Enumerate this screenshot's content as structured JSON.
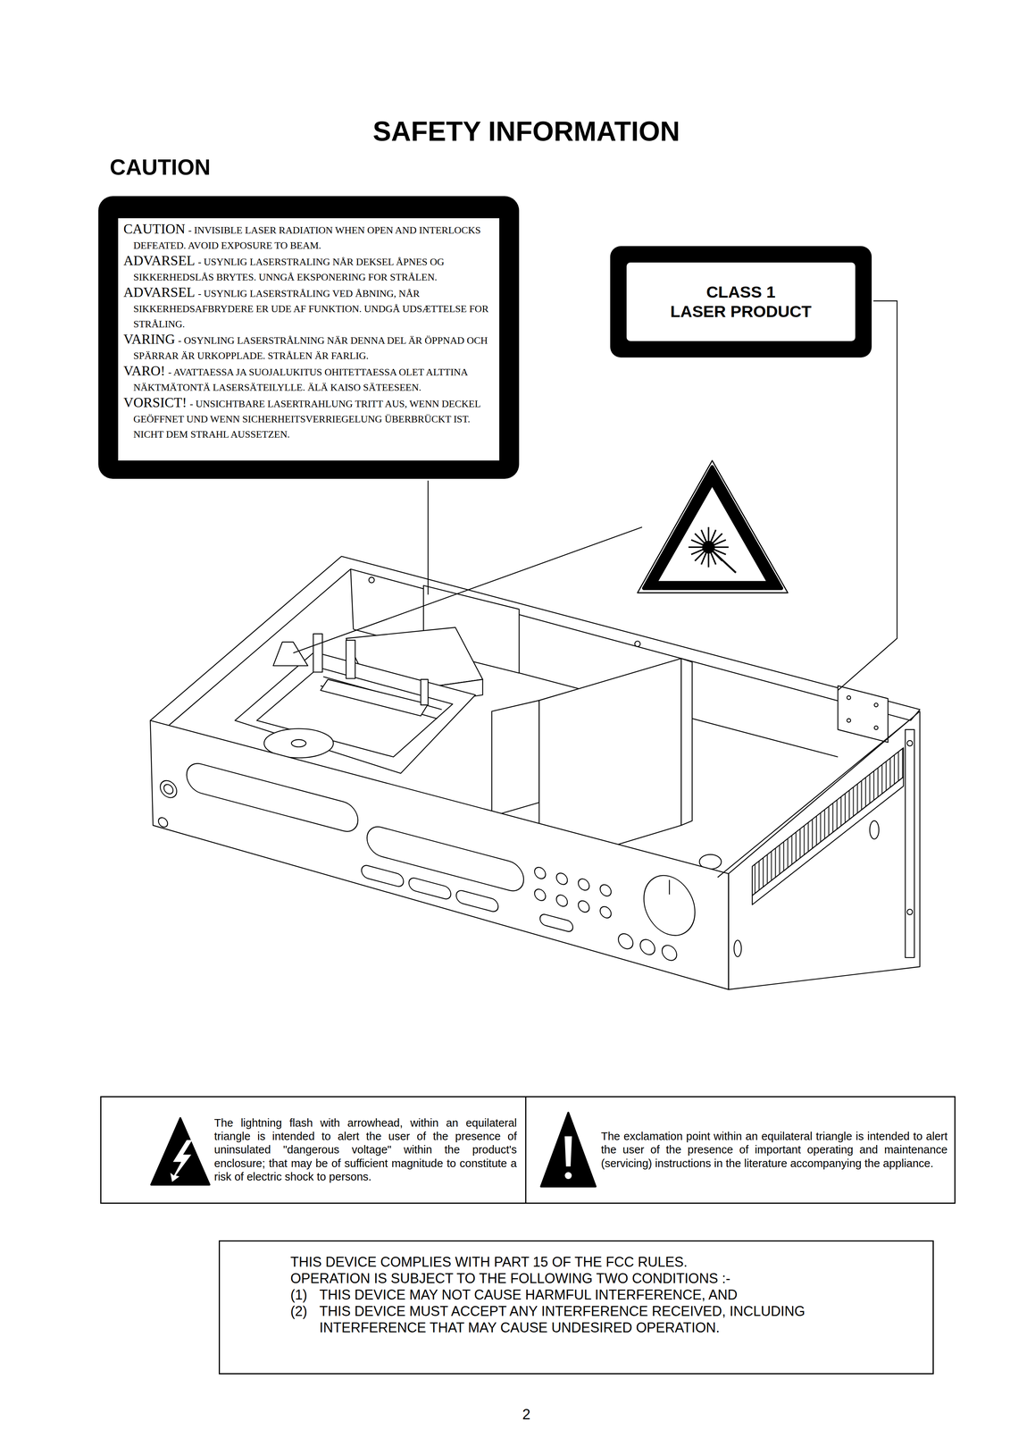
{
  "diagram": {
    "title": "SAFETY INFORMATION",
    "nodes": [
      {
        "text": [
          "CAUTION",
          "- INVISIBLE LASER RADIATION WHEN OPEN AND INTERLOCKS DEFEATED. AVOID EXPOSURE TO BEAM.",
          "ADVARSEL",
          "- USYNLIG LASERSTRALING NÅR DEKSEL ÅPNES OG SIKKERHEDSLÅS BRYTES. UNNGÅ EKSPONERING FOR STRÅLEN.",
          "ADVARSEL",
          "- USYNLIG LASERSTRÅLING VED ÅBNING, NÅR SIKKERHEDSAFBRYDERE ER UDE AF FUNKTION. UNDGÅ UDSÆTTELSE FOR STRÅLING.",
          "VARING",
          "- OSYNLING LASERSTRÅLNING NÄR DENNA DEL ÄR ÖPPNAD OCH SPÄRRAR ÄR URKOPPLADE. STRÅLEN ÄR FARLIG.",
          "VARO!",
          "- AVATTAESSA JA SUOJALUKITUS OHITETTAESSA OLET ALTTINA NÄKTMÄTONTÄ LASERSÄTEILYLLE. ÄLÄ KAISO SÄTEESEEN.",
          "VORSICT!",
          "- UNSICHTBARE LASERTRAHLUNG TRITT AUS, WENN DECKEL GEÖFFNET UND WENN SICHERHEITSVERRIEGELUNG ÜBERBRÜCKT IST. NICHT DEM STRAHL AUSSETZEN."
        ]
      },
      {
        "text": [
          "CLASS 1",
          "LASER PRODUCT"
        ]
      },
      {
        "text": [
          "The lightning flash with arrowhead, within an equilateral triangle is intended to alert the user of the presence of uninsulated \"dangerous voltage\" within the product's enclosure; that may be of sufficient magnitude to constitute a risk of electric shock to persons."
        ]
      },
      {
        "text": [
          "The exclamation point within an equilateral triangle is intended to alert the user of the presence of important operating and maintenance (servicing) instructions in the literature accompanying the appliance."
        ]
      },
      {
        "text": [
          "THIS DEVICE COMPLIES WITH PART 15 OF THE FCC RULES.",
          "OPERATION IS SUBJECT TO THE FOLLOWING TWO CONDITIONS :-",
          "(1)",
          "THIS DEVICE MAY NOT CAUSE HARMFUL INTERFERENCE, AND",
          "(2)",
          "THIS DEVICE MUST ACCEPT ANY INTERFERENCE RECEIVED, INCLUDING INTERFERENCE THAT MAY CAUSE UNDESIRED OPERATION."
        ]
      }
    ],
    "labels": [
      "CAUTION",
      "2"
    ]
  }
}
